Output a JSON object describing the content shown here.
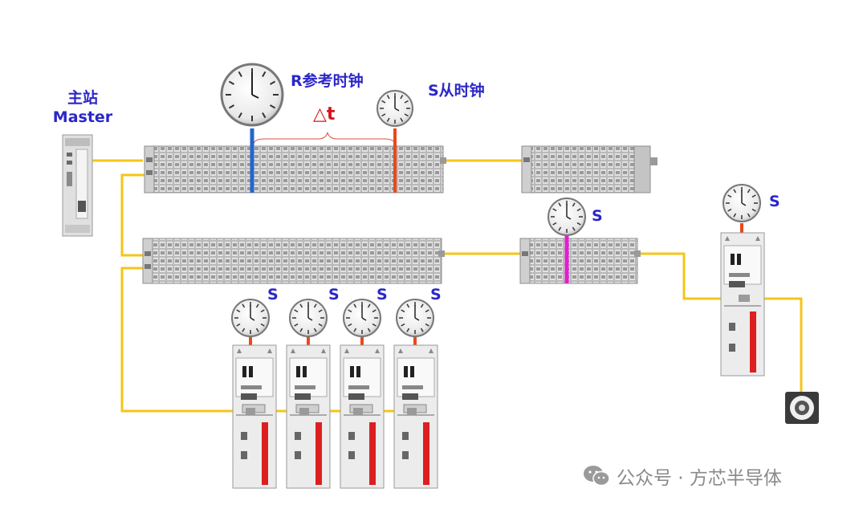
{
  "labels": {
    "master": "主站",
    "master_en": "Master",
    "reference_clock": "R参考时钟",
    "slave_clock": "S从时钟",
    "delta_t": "△t",
    "slave_short": "S"
  },
  "watermark": {
    "text": "公众号 · 方芯半导体",
    "icon": "wechat-icon"
  },
  "colors": {
    "cable": "#f5c518",
    "reference_marker": "#2266cc",
    "slave_marker": "#e8491d",
    "highlight_marker": "#e020d0",
    "label_blue": "#2b26c9",
    "delta_red": "#d4151d"
  }
}
